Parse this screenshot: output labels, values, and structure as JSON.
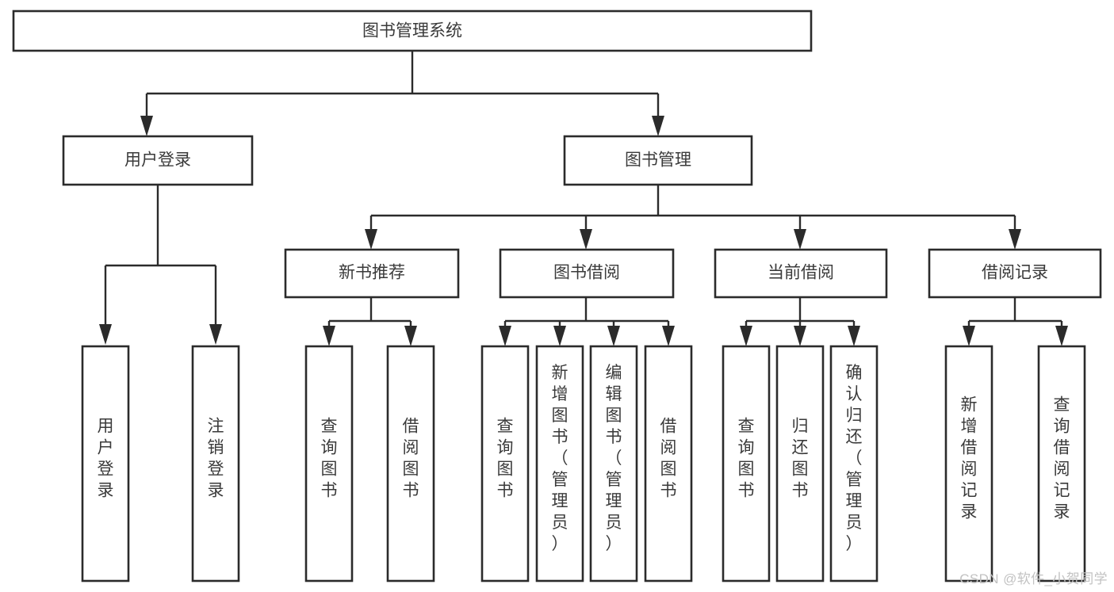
{
  "diagram": {
    "type": "tree",
    "title": "图书管理系统",
    "watermark": "CSDN @软件_小贺同学",
    "colors": {
      "box_stroke": "#2b2b2b",
      "box_fill": "#ffffff",
      "text": "#3a3a3a",
      "connector": "#2b2b2b",
      "background": "#ffffff",
      "watermark": "#c2c2c2"
    },
    "levels": {
      "root": "图书管理系统",
      "level2": [
        "用户登录",
        "图书管理"
      ],
      "level3": [
        "新书推荐",
        "图书借阅",
        "当前借阅",
        "借阅记录"
      ]
    }
  },
  "nodes": {
    "root": {
      "label": "图书管理系统",
      "orientation": "horizontal"
    },
    "user_login": {
      "label": "用户登录",
      "orientation": "horizontal"
    },
    "book_manage": {
      "label": "图书管理",
      "orientation": "horizontal"
    },
    "new_book_rec": {
      "label": "新书推荐",
      "orientation": "horizontal"
    },
    "book_borrow": {
      "label": "图书借阅",
      "orientation": "horizontal"
    },
    "current_borrow": {
      "label": "当前借阅",
      "orientation": "horizontal"
    },
    "borrow_record": {
      "label": "借阅记录",
      "orientation": "horizontal"
    },
    "leaf_user_login": {
      "label": "用户登录",
      "orientation": "vertical"
    },
    "leaf_logout": {
      "label": "注销登录",
      "orientation": "vertical"
    },
    "leaf_query_book_1": {
      "label": "查询图书",
      "orientation": "vertical"
    },
    "leaf_borrow_book_1": {
      "label": "借阅图书",
      "orientation": "vertical"
    },
    "leaf_query_book_2": {
      "label": "查询图书",
      "orientation": "vertical"
    },
    "leaf_add_book": {
      "label": "新增图书（管理员）",
      "orientation": "vertical"
    },
    "leaf_edit_book": {
      "label": "编辑图书（管理员）",
      "orientation": "vertical"
    },
    "leaf_borrow_book_2": {
      "label": "借阅图书",
      "orientation": "vertical"
    },
    "leaf_query_book_3": {
      "label": "查询图书",
      "orientation": "vertical"
    },
    "leaf_return_book": {
      "label": "归还图书",
      "orientation": "vertical"
    },
    "leaf_confirm_return": {
      "label": "确认归还（管理员）",
      "orientation": "vertical"
    },
    "leaf_add_record": {
      "label": "新增借阅记录",
      "orientation": "vertical"
    },
    "leaf_query_record": {
      "label": "查询借阅记录",
      "orientation": "vertical"
    }
  },
  "tree_structure": {
    "图书管理系统": {
      "用户登录": [
        "用户登录",
        "注销登录"
      ],
      "图书管理": {
        "新书推荐": [
          "查询图书",
          "借阅图书"
        ],
        "图书借阅": [
          "查询图书",
          "新增图书（管理员）",
          "编辑图书（管理员）",
          "借阅图书"
        ],
        "当前借阅": [
          "查询图书",
          "归还图书",
          "确认归还（管理员）"
        ],
        "借阅记录": [
          "新增借阅记录",
          "查询借阅记录"
        ]
      }
    }
  }
}
